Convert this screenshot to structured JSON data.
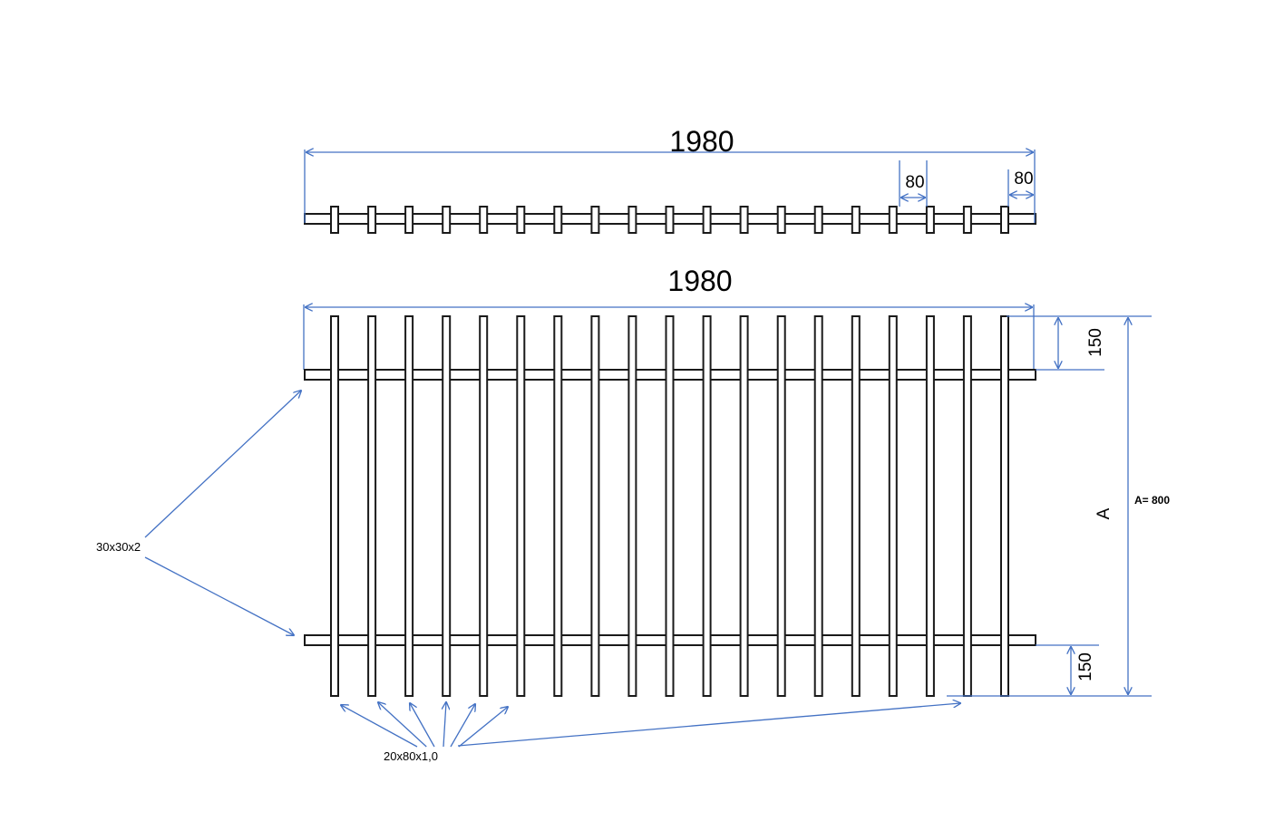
{
  "top_view": {
    "width_label": "1980",
    "spacing_label": "80",
    "end_spacing_label": "80",
    "picket_count": 19
  },
  "front_view": {
    "width_label": "1980",
    "top_offset_label": "150",
    "bottom_offset_label": "150",
    "height_label": "A",
    "height_value_label": "A= 800",
    "picket_count": 19
  },
  "callouts": {
    "rail_profile": "30x30x2",
    "picket_profile": "20x80x1,0"
  },
  "colors": {
    "dimension": "#4472c4",
    "outline": "#1a1a1a"
  }
}
